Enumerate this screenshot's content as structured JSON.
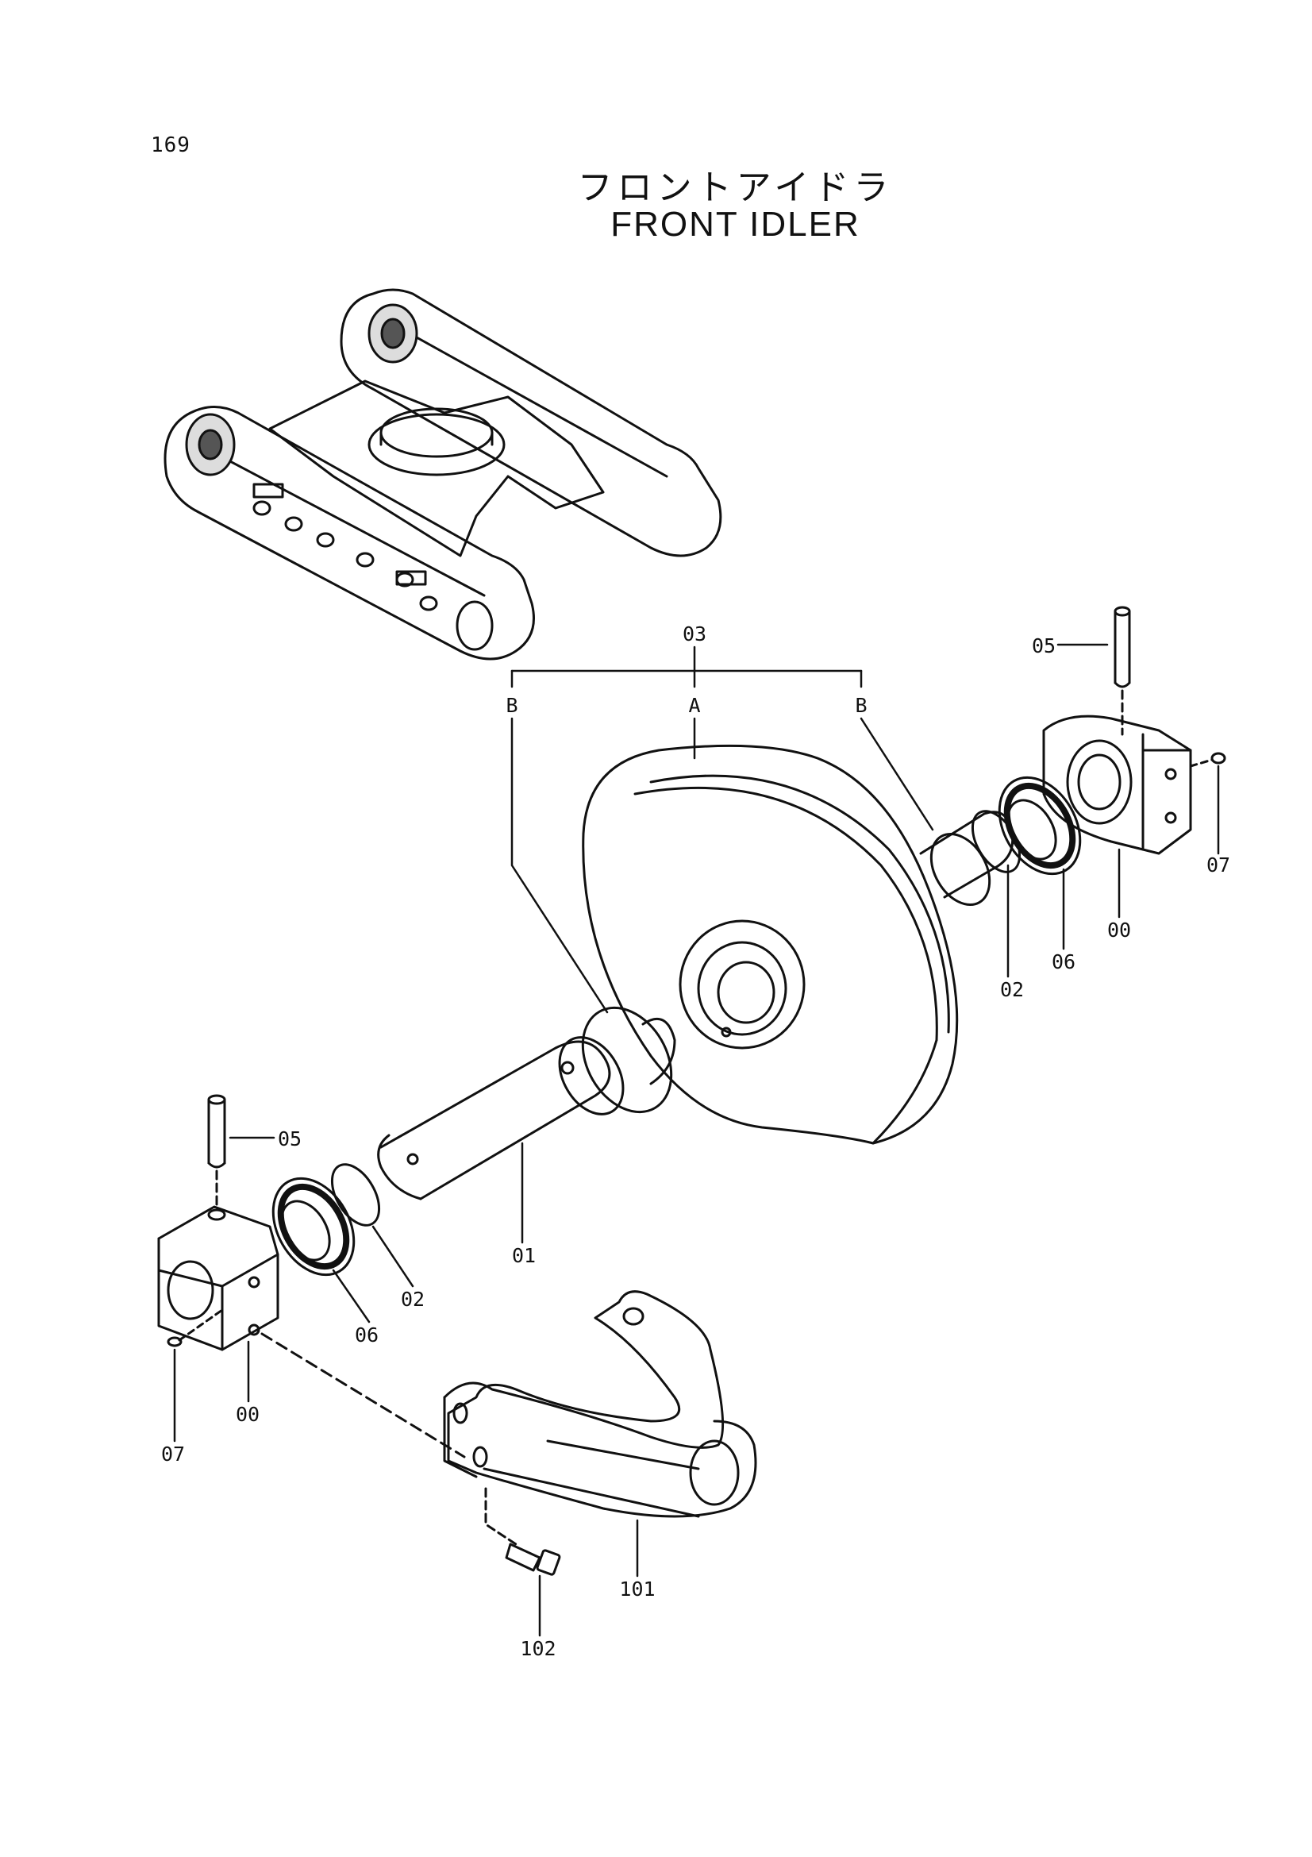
{
  "page_number": "169",
  "title_jp": "フロントアイドラ",
  "title_en": "FRONT IDLER",
  "callouts": {
    "assembly": "03",
    "sub_a": "A",
    "sub_b_left": "B",
    "sub_b_right": "B",
    "shaft": "01",
    "oring_left": "02",
    "oring_right": "02",
    "seal_left": "06",
    "seal_right": "06",
    "pin_left": "05",
    "pin_right": "05",
    "bearing_left": "00",
    "bearing_right": "00",
    "plug_left": "07",
    "plug_right": "07",
    "yoke": "101",
    "bolt": "102"
  }
}
